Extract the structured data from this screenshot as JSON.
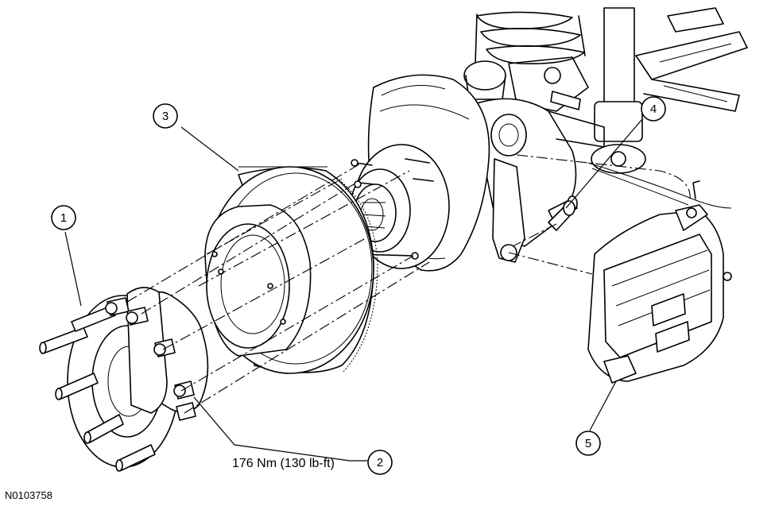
{
  "callouts": [
    {
      "id": "1",
      "label": "1"
    },
    {
      "id": "2",
      "label": "2"
    },
    {
      "id": "3",
      "label": "3"
    },
    {
      "id": "4",
      "label": "4"
    },
    {
      "id": "5",
      "label": "5"
    }
  ],
  "torque_spec": "176 Nm (130 lb-ft)",
  "figure_id": "N0103758"
}
